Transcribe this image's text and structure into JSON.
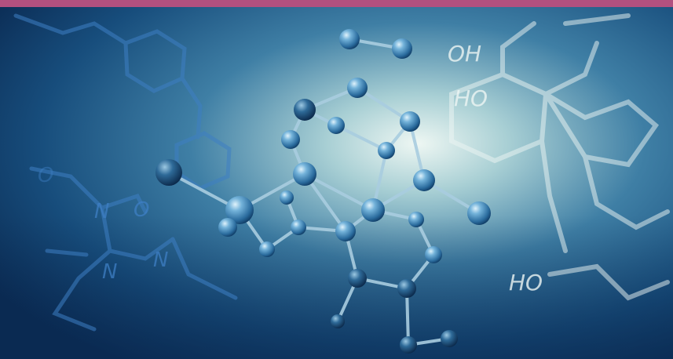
{
  "image": {
    "subject": "molecular-structure",
    "colors": {
      "top_frame": "#b2507f",
      "background_deep": "#0b2c55",
      "background_mid": "#1c5f88",
      "background_light": "#d8ecec",
      "glow": "#ffffff",
      "atom": "#3f86b9",
      "atom_dark": "#0e3a63",
      "bond": "#a9cde0",
      "formula_left": "#3e7fc4",
      "formula_right": "#eef6f4"
    },
    "formula_labels": {
      "oh_top": "OH",
      "ho_mid": "HO",
      "ho_bottom": "HO",
      "n_upper": "N",
      "n_lower": "N",
      "n_right": "N",
      "o_left": "O",
      "o_upper": "O"
    }
  }
}
